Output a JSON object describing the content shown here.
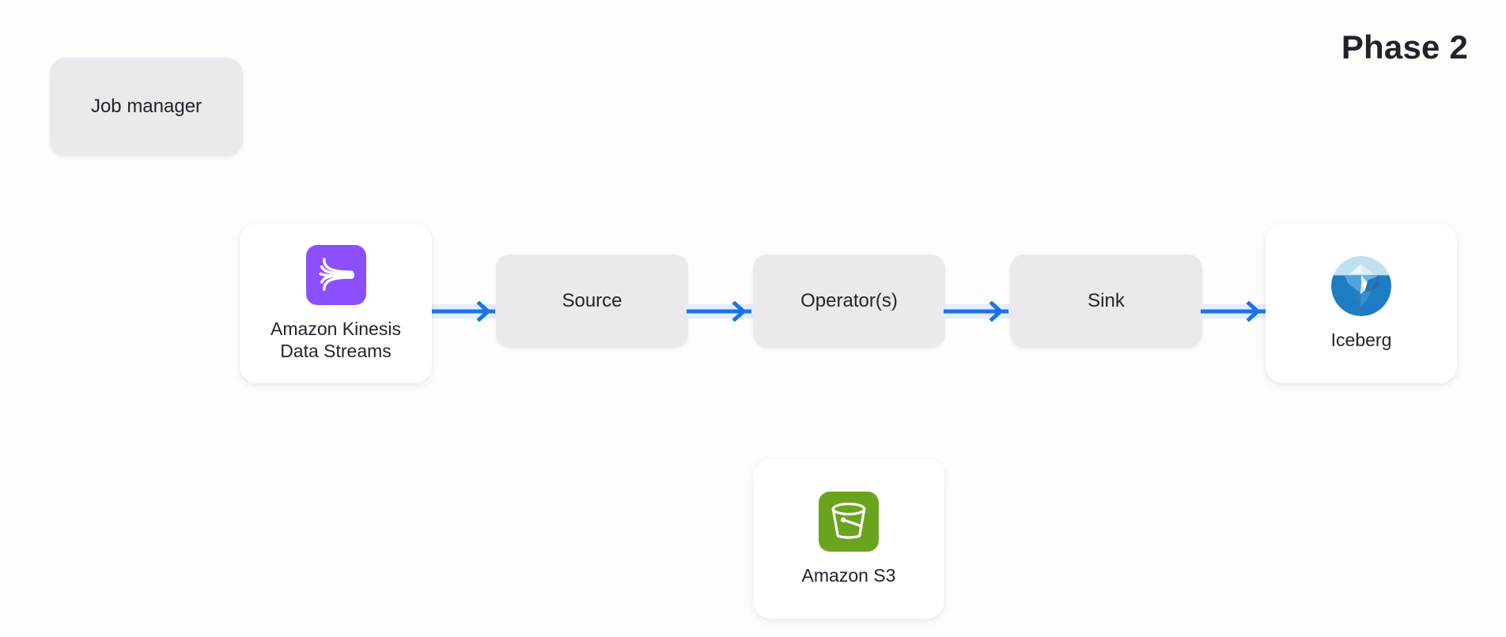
{
  "page": {
    "title": "Phase 2",
    "background_color": "#fdfdfc"
  },
  "colors": {
    "grey_box": "#ebe9ec",
    "card": "#ffffff",
    "text": "#23242e",
    "arrow_line": "#1a73e8",
    "arrow_band": "#e4edfd",
    "kinesis_purple": "#8c4fff",
    "s3_green": "#6aa41e",
    "iceberg_blue": "#1d7cc4"
  },
  "nodes": {
    "job_manager": {
      "label": "Job manager"
    },
    "source": {
      "label": "Source"
    },
    "operator": {
      "label": "Operator(s)"
    },
    "sink": {
      "label": "Sink"
    }
  },
  "services": {
    "kinesis": {
      "label": "Amazon Kinesis\nData Streams",
      "icon": "amazon-kinesis-data-streams-icon"
    },
    "iceberg": {
      "label": "Iceberg",
      "icon": "apache-iceberg-icon"
    },
    "s3": {
      "label": "Amazon S3",
      "icon": "amazon-s3-bucket-icon"
    }
  },
  "connectors": [
    {
      "id": "kinesis-to-source",
      "from": "Amazon Kinesis Data Streams",
      "to": "Source",
      "icon": "arrow-right-icon"
    },
    {
      "id": "source-to-operator",
      "from": "Source",
      "to": "Operator(s)",
      "icon": "arrow-right-icon"
    },
    {
      "id": "operator-to-sink",
      "from": "Operator(s)",
      "to": "Sink",
      "icon": "arrow-right-icon"
    },
    {
      "id": "sink-to-iceberg",
      "from": "Sink",
      "to": "Iceberg",
      "icon": "arrow-right-icon"
    }
  ]
}
